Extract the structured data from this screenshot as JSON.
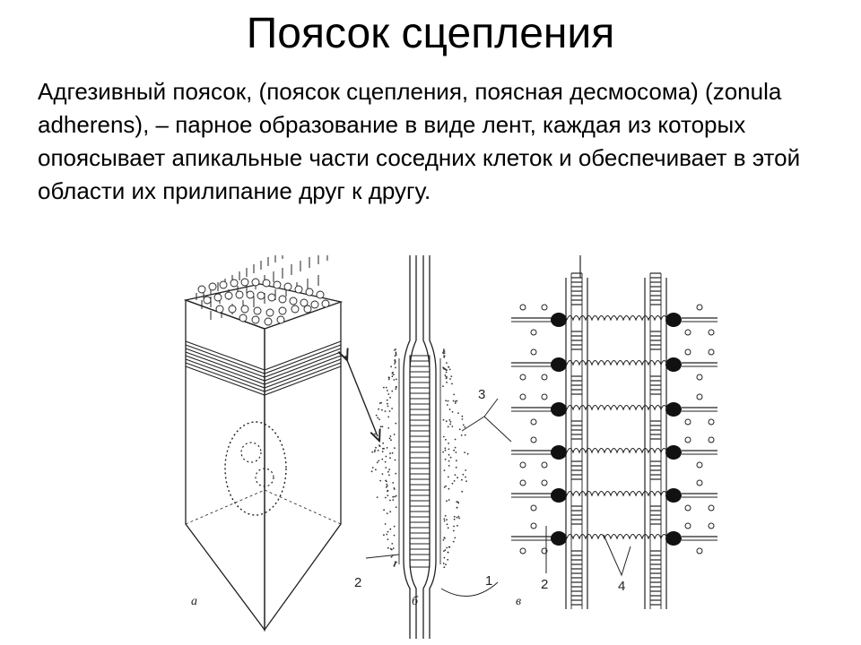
{
  "slide": {
    "title": "Поясок сцепления",
    "body": "Адгезивный поясок, (поясок сцепления, поясная десмосома) (zonula adherens), – парное образование в виде лент, каждая из которых опоясывает апикальные части соседних клеток и обеспечивает в этой области их прилипание друг к другу."
  },
  "figure": {
    "panel_labels": [
      "а",
      "б",
      "в"
    ],
    "number_labels": {
      "label_1": "1",
      "label_2_middle": "2",
      "label_2_right": "2",
      "label_3": "3",
      "label_4": "4"
    }
  }
}
